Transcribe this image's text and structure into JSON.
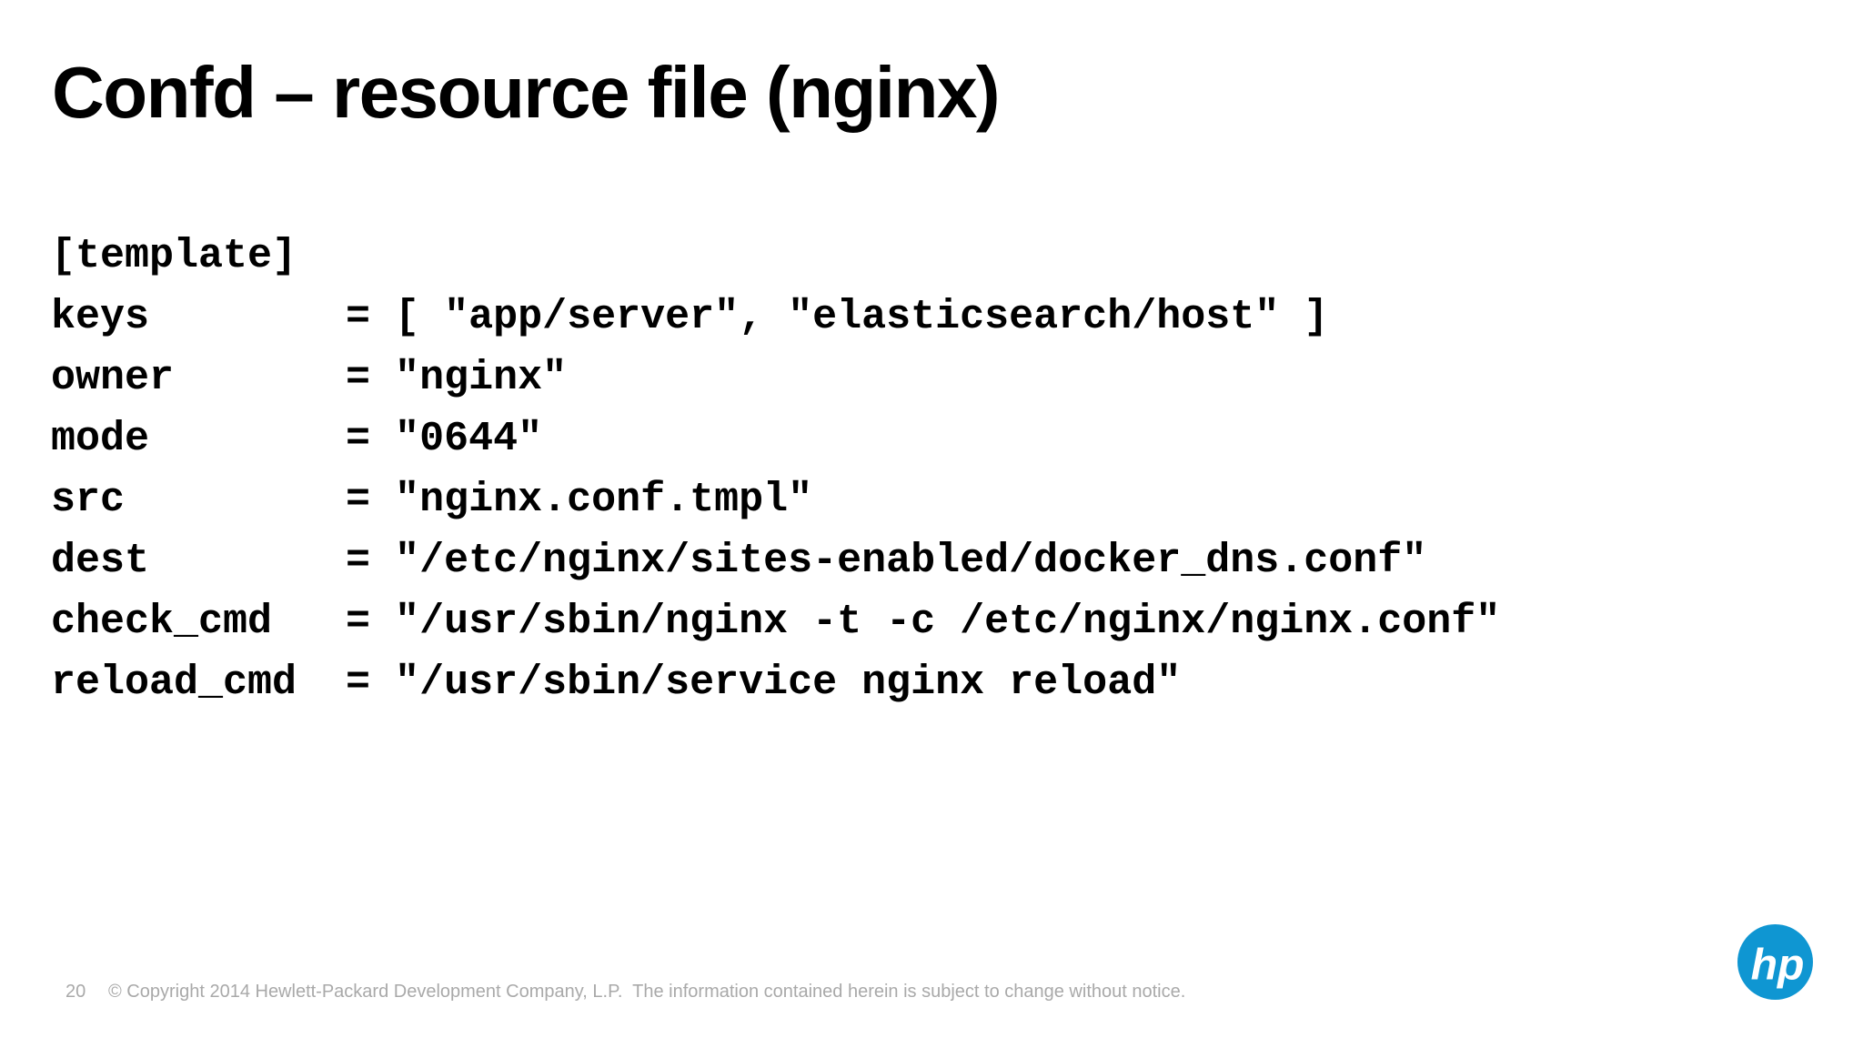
{
  "slide": {
    "title": "Confd – resource file (nginx)",
    "code": {
      "lines": [
        "[template]",
        "keys        = [ \"app/server\", \"elasticsearch/host\" ]",
        "owner       = \"nginx\"",
        "mode        = \"0644\"",
        "src         = \"nginx.conf.tmpl\"",
        "dest        = \"/etc/nginx/sites-enabled/docker_dns.conf\"",
        "check_cmd   = \"/usr/sbin/nginx -t -c /etc/nginx/nginx.conf\"",
        "reload_cmd  = \"/usr/sbin/service nginx reload\""
      ]
    },
    "footer": {
      "page_number": "20",
      "copyright_text": "© Copyright 2014 Hewlett-Packard Development Company, L.P.  The information contained herein is subject to change without notice."
    },
    "logo": {
      "label": "hp",
      "brand_blue": "#0f96d2"
    }
  }
}
